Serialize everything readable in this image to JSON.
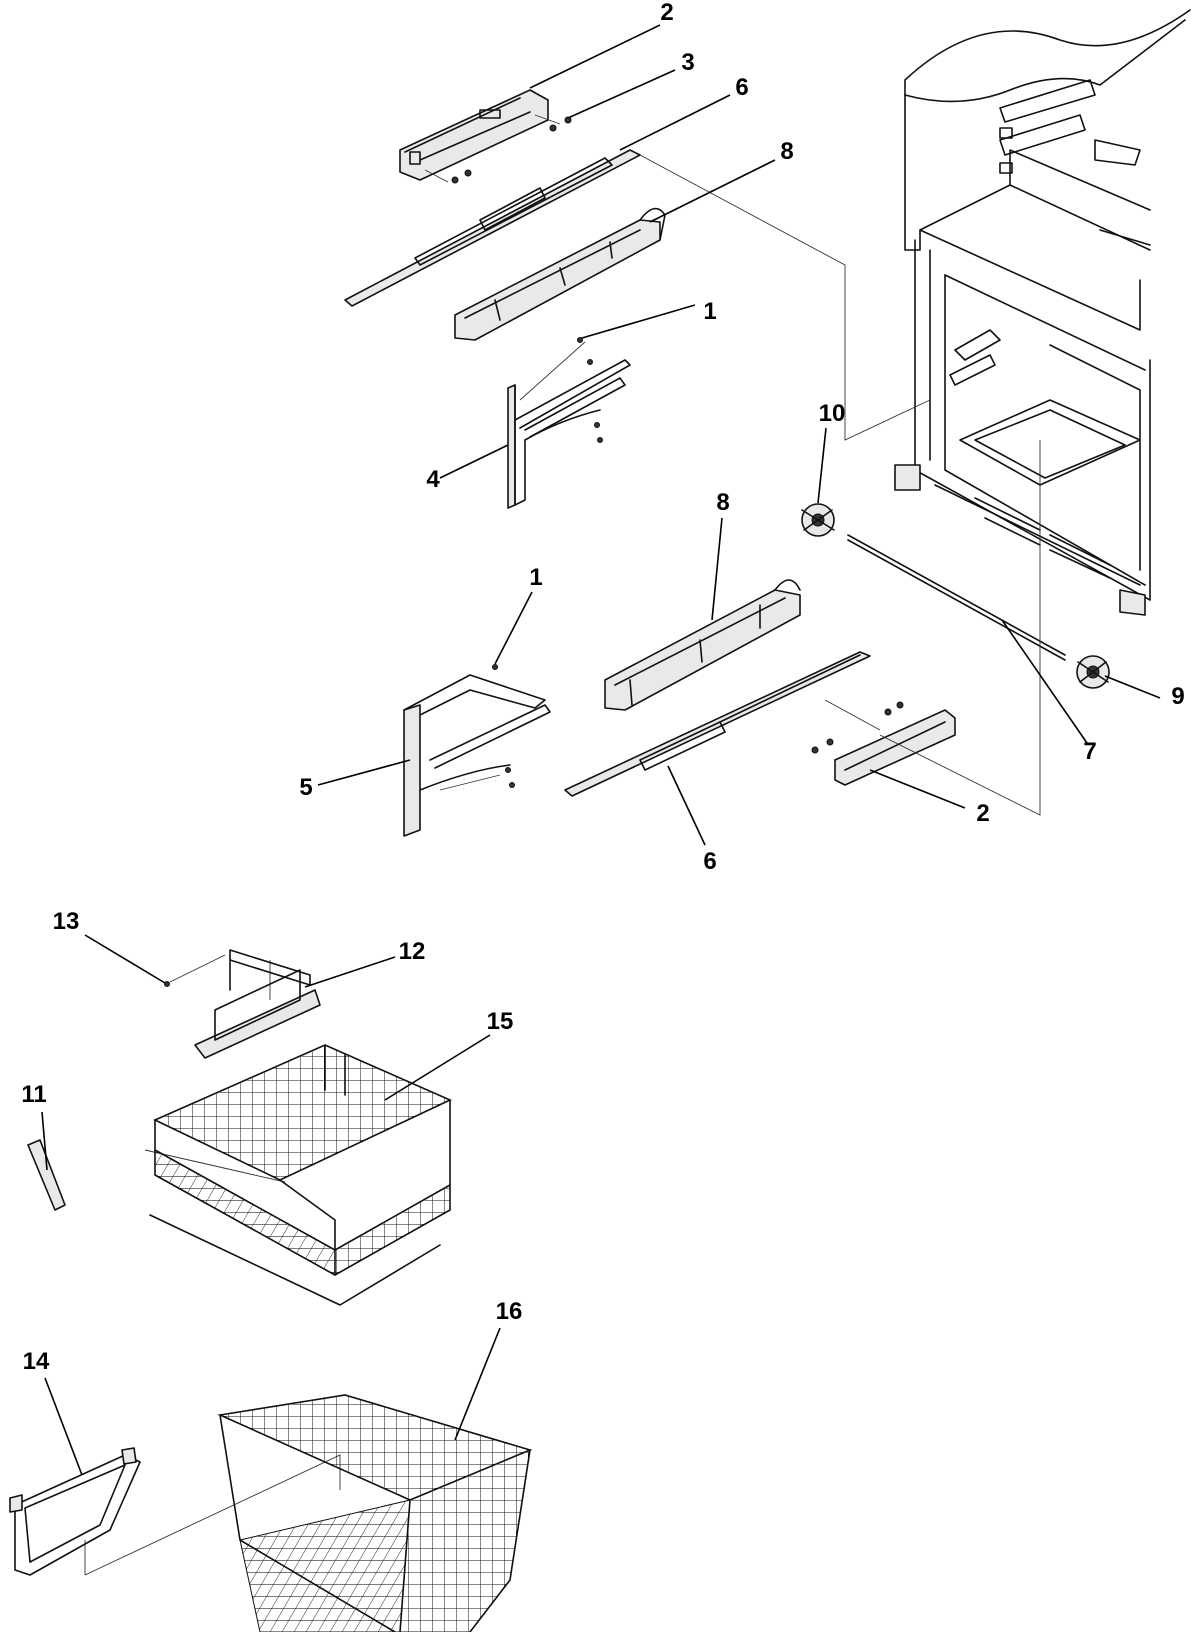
{
  "callouts": [
    {
      "id": "c2a",
      "label": "2"
    },
    {
      "id": "c3",
      "label": "3"
    },
    {
      "id": "c6a",
      "label": "6"
    },
    {
      "id": "c8a",
      "label": "8"
    },
    {
      "id": "c1a",
      "label": "1"
    },
    {
      "id": "c4",
      "label": "4"
    },
    {
      "id": "c10",
      "label": "10"
    },
    {
      "id": "c8b",
      "label": "8"
    },
    {
      "id": "c1b",
      "label": "1"
    },
    {
      "id": "c5",
      "label": "5"
    },
    {
      "id": "c9",
      "label": "9"
    },
    {
      "id": "c7",
      "label": "7"
    },
    {
      "id": "c2b",
      "label": "2"
    },
    {
      "id": "c6b",
      "label": "6"
    },
    {
      "id": "c13",
      "label": "13"
    },
    {
      "id": "c12",
      "label": "12"
    },
    {
      "id": "c15",
      "label": "15"
    },
    {
      "id": "c11",
      "label": "11"
    },
    {
      "id": "c16",
      "label": "16"
    },
    {
      "id": "c14",
      "label": "14"
    }
  ],
  "colors": {
    "line": "#111111",
    "background": "#ffffff",
    "shade": "#e9e9e9"
  }
}
